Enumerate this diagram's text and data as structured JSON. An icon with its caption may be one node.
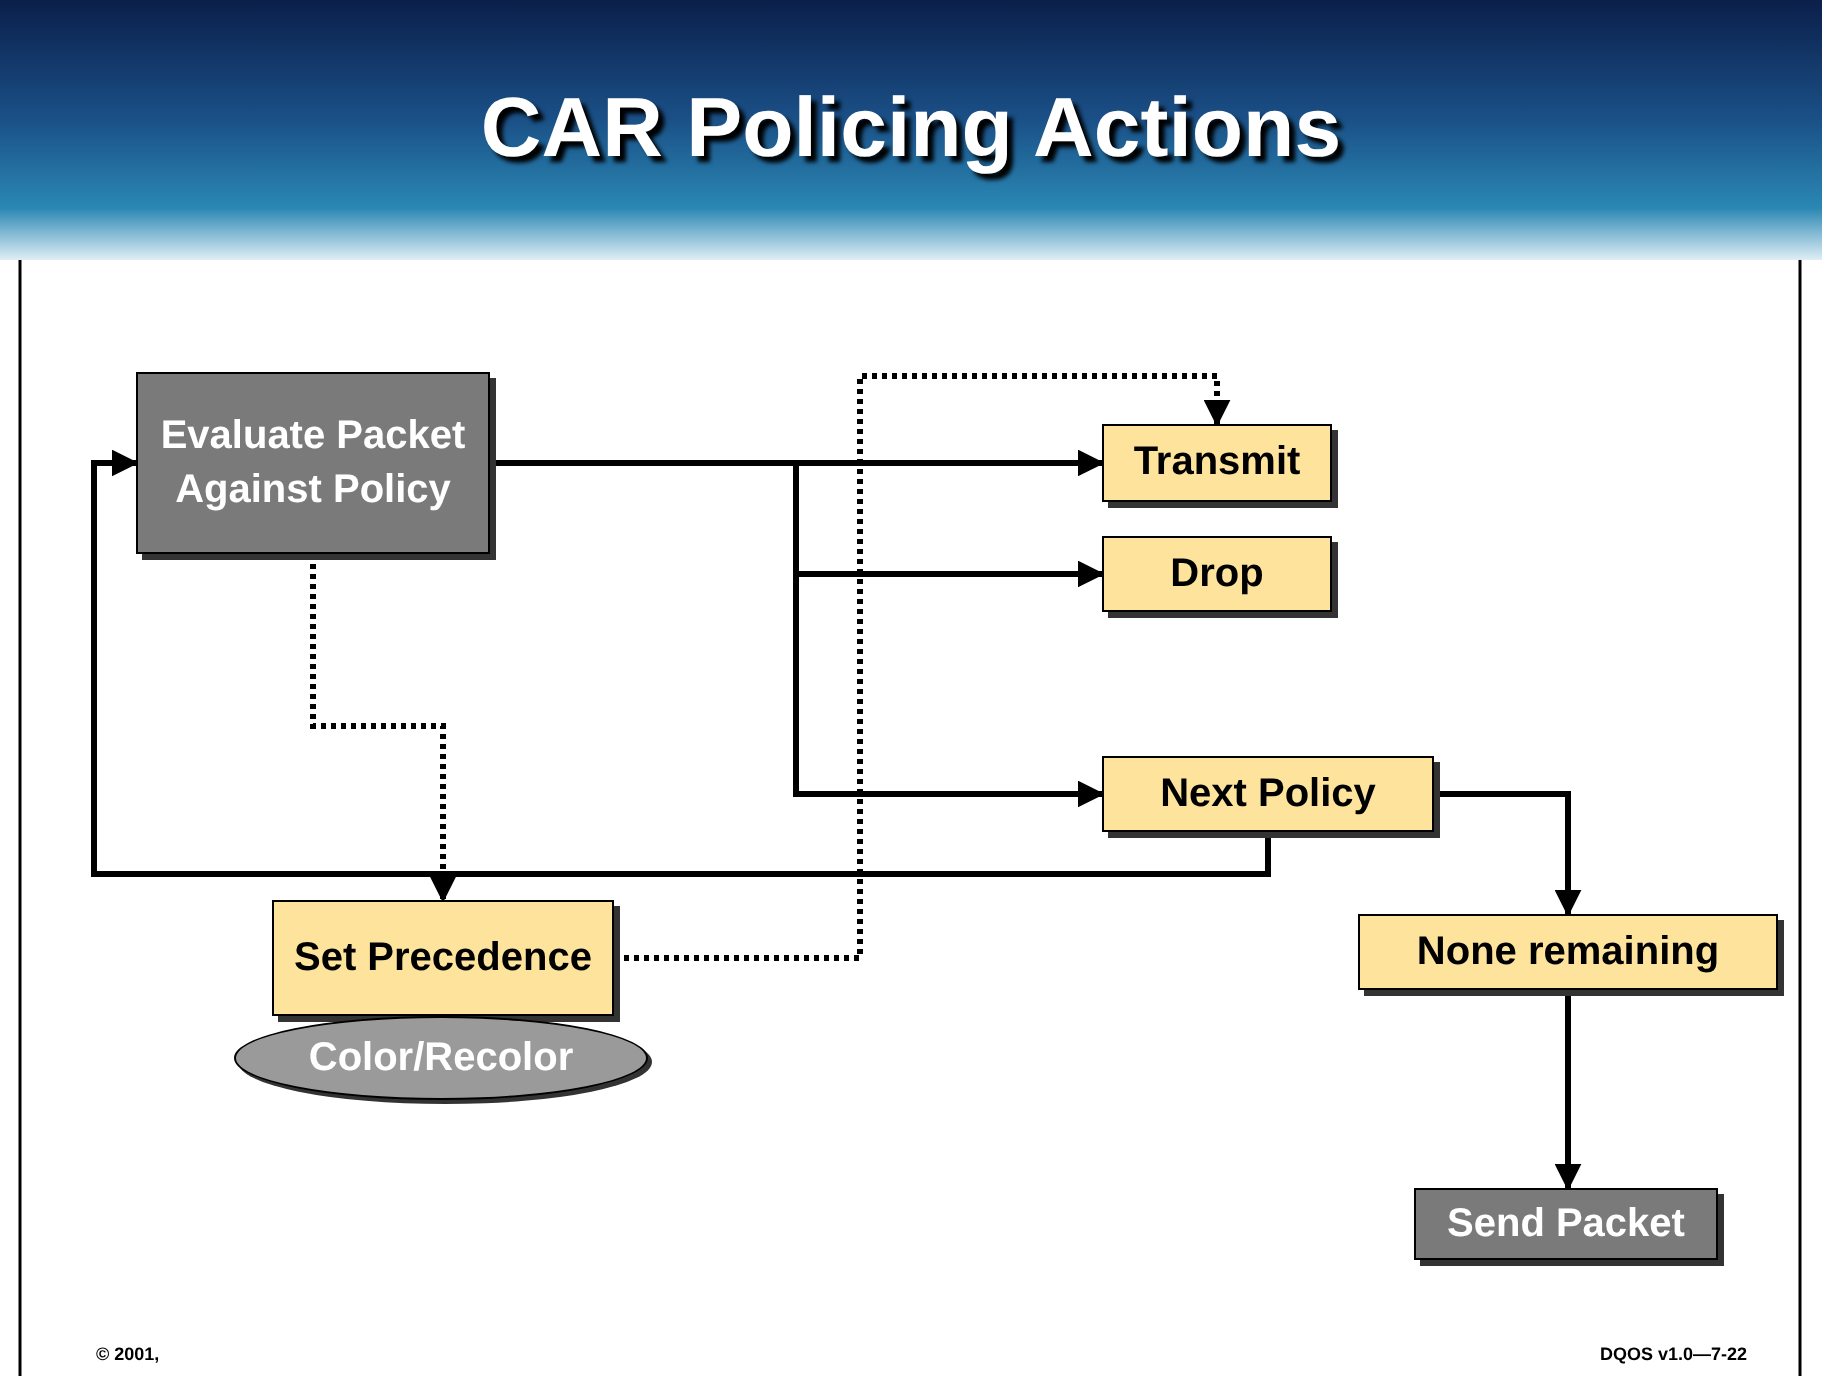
{
  "diagram": {
    "title": "CAR Policing Actions",
    "nodes": [
      {
        "text": [
          "Evaluate Packet Against Policy"
        ]
      },
      {
        "text": [
          "Transmit"
        ]
      },
      {
        "text": [
          "Drop"
        ]
      },
      {
        "text": [
          "Next Policy"
        ]
      },
      {
        "text": [
          "Set Precedence"
        ]
      },
      {
        "text": [
          "Color/Recolor"
        ]
      },
      {
        "text": [
          "None remaining"
        ]
      },
      {
        "text": [
          "Send Packet"
        ]
      }
    ],
    "edges": [
      {
        "from": 0,
        "to": 1,
        "arrow": "to"
      },
      {
        "from": 0,
        "to": 2,
        "arrow": "to"
      },
      {
        "from": 0,
        "to": 3,
        "arrow": "to"
      },
      {
        "from": 3,
        "to": 0,
        "arrow": "to"
      },
      {
        "from": 0,
        "to": 4,
        "arrow": "to",
        "style": "dashed"
      },
      {
        "from": 4,
        "to": 1,
        "arrow": "to",
        "style": "dashed"
      },
      {
        "from": 3,
        "to": 6,
        "arrow": "to"
      },
      {
        "from": 6,
        "to": 7,
        "arrow": "to"
      }
    ],
    "labels": [
      "© 2001,",
      "DQOS v1.0—7-22"
    ]
  }
}
